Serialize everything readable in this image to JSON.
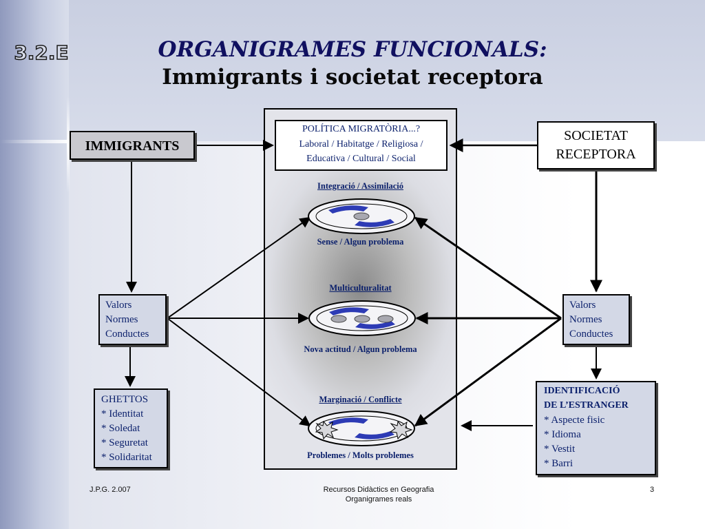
{
  "slide": {
    "number_tag": "3.2.E"
  },
  "title": {
    "line1": "ORGANIGRAMES FUNCIONALS:",
    "line2": "Immigrants i societat receptora"
  },
  "nodes": {
    "immigrants": "IMMIGRANTS",
    "societat_line1": "SOCIETAT",
    "societat_line2": "RECEPTORA",
    "politica": {
      "line1": "POLÍTICA MIGRATÒRIA...?",
      "line2": "Laboral / Habitatge / Religiosa /",
      "line3": "Educativa / Cultural / Social"
    },
    "valors_left": [
      "Valors",
      "Normes",
      "Conductes"
    ],
    "valors_right": [
      "Valors",
      "Normes",
      "Conductes"
    ],
    "ghettos": {
      "title": "GHETTOS",
      "items": [
        "* Identitat",
        "* Soledat",
        "* Seguretat",
        "* Solidaritat"
      ]
    },
    "identificacio": {
      "title_line1": "IDENTIFICACIÓ",
      "title_line2": "DE L’ESTRANGER",
      "items": [
        "* Aspecte fisic",
        "* Idioma",
        "* Vestit",
        "* Barri"
      ]
    }
  },
  "outcomes": [
    {
      "heading": "Integració / Assimilació",
      "caption": "Sense / Algun problema"
    },
    {
      "heading": "Multiculturalitat",
      "caption": "Nova actitud / Algun problema"
    },
    {
      "heading": "Marginació / Conflicte",
      "caption": "Problemes / Molts problemes"
    }
  ],
  "footer": {
    "left": "J.P.G. 2.007",
    "center_line1": "Recursos Didàctics en Geografia",
    "center_line2": "Organigrames reals",
    "page": "3"
  },
  "colors": {
    "title_blue": "#101060",
    "label_blue": "#0a1f6b",
    "ellipse_blue": "#2d3bb5",
    "panel_gray": "#bdbdbd"
  }
}
